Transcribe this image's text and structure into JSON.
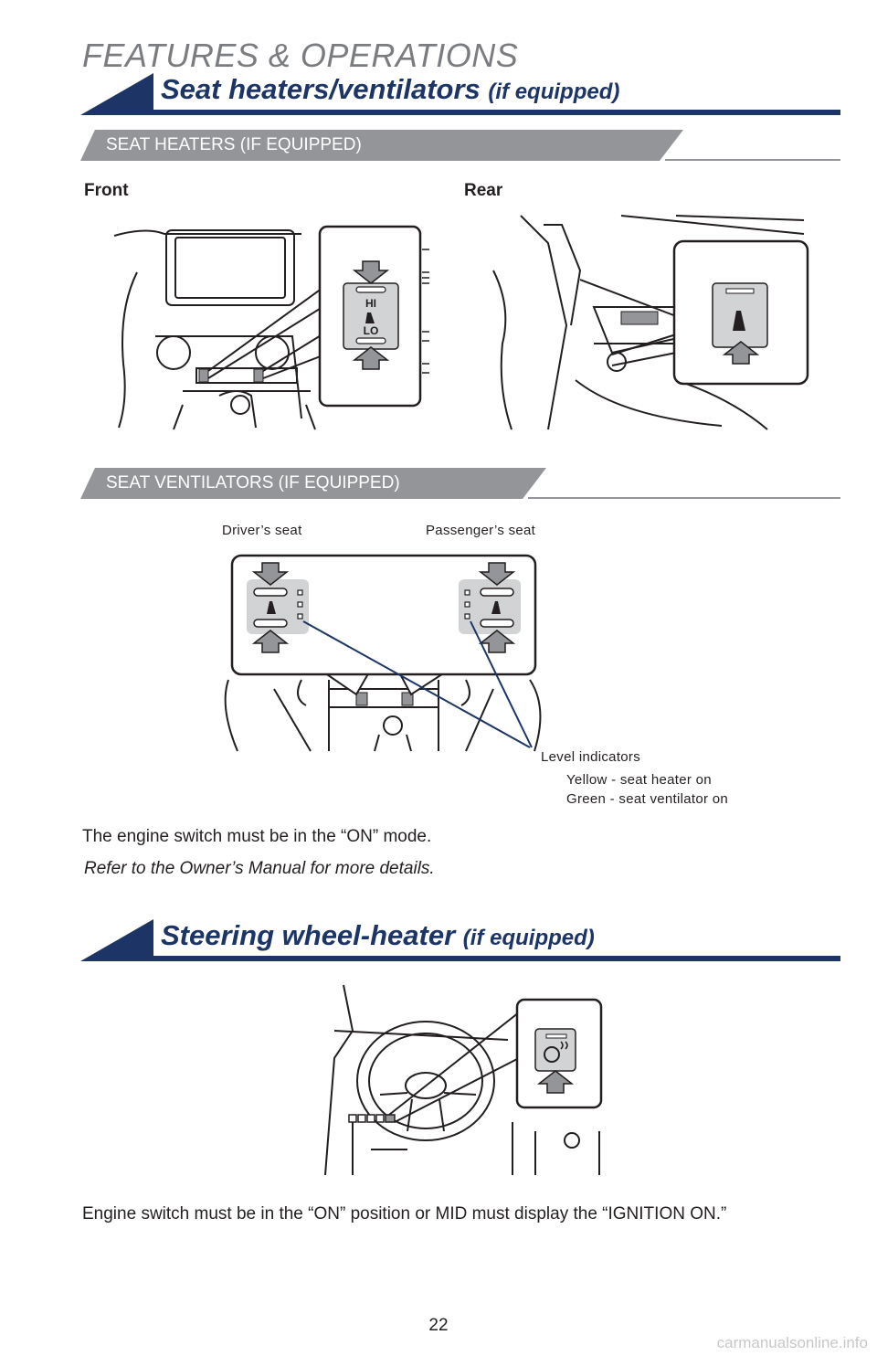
{
  "header": {
    "section": "FEATURES & OPERATIONS"
  },
  "seat_section": {
    "title": "Seat heaters/ventilators",
    "title_suffix": "(if equipped)",
    "heaters": {
      "heading": "SEAT HEATERS (IF EQUIPPED)",
      "front_label": "Front",
      "rear_label": "Rear",
      "switch_hi": "HI",
      "switch_lo": "LO"
    },
    "ventilators": {
      "heading": "SEAT VENTILATORS (IF EQUIPPED)",
      "driver_label": "Driver’s seat",
      "passenger_label": "Passenger’s seat",
      "level_indicators": "Level indicators",
      "yellow_note": "Yellow - seat heater on",
      "green_note": "Green - seat ventilator on"
    },
    "note": "The engine switch must be in the “ON” mode.",
    "refer": "Refer to the Owner’s Manual for more details."
  },
  "steering_section": {
    "title": "Steering wheel-heater",
    "title_suffix": "(if equipped)",
    "note": "Engine switch must be in the “ON” position or MID must display the “IGNITION ON.”"
  },
  "page_number": "22",
  "watermark": "carmanualsonline.info",
  "colors": {
    "navy": "#1c3566",
    "gray_bar": "#939598",
    "callout_line": "#1c3566"
  }
}
